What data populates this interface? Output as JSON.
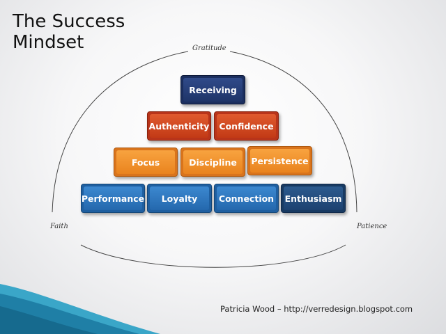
{
  "title_line1": "The Success",
  "title_line2": "Mindset",
  "arc_labels": {
    "top": "Gratitude",
    "left": "Faith",
    "right": "Patience"
  },
  "levels": {
    "level1": [
      "Receiving"
    ],
    "level2": [
      "Authenticity",
      "Confidence"
    ],
    "level3": [
      "Focus",
      "Discipline",
      "Persistence"
    ],
    "level4": [
      "Performance",
      "Loyalty",
      "Connection",
      "Enthusiasm"
    ]
  },
  "footer": "Patricia Wood  –  http://verredesign.blogspot.com",
  "colors": {
    "level1": "#1e3468",
    "level2": "#c23a16",
    "level3": "#e9831e",
    "level4_light": "#2468ad",
    "level4_dark": "#1c4170",
    "accent_band": "#1f8fb0"
  }
}
